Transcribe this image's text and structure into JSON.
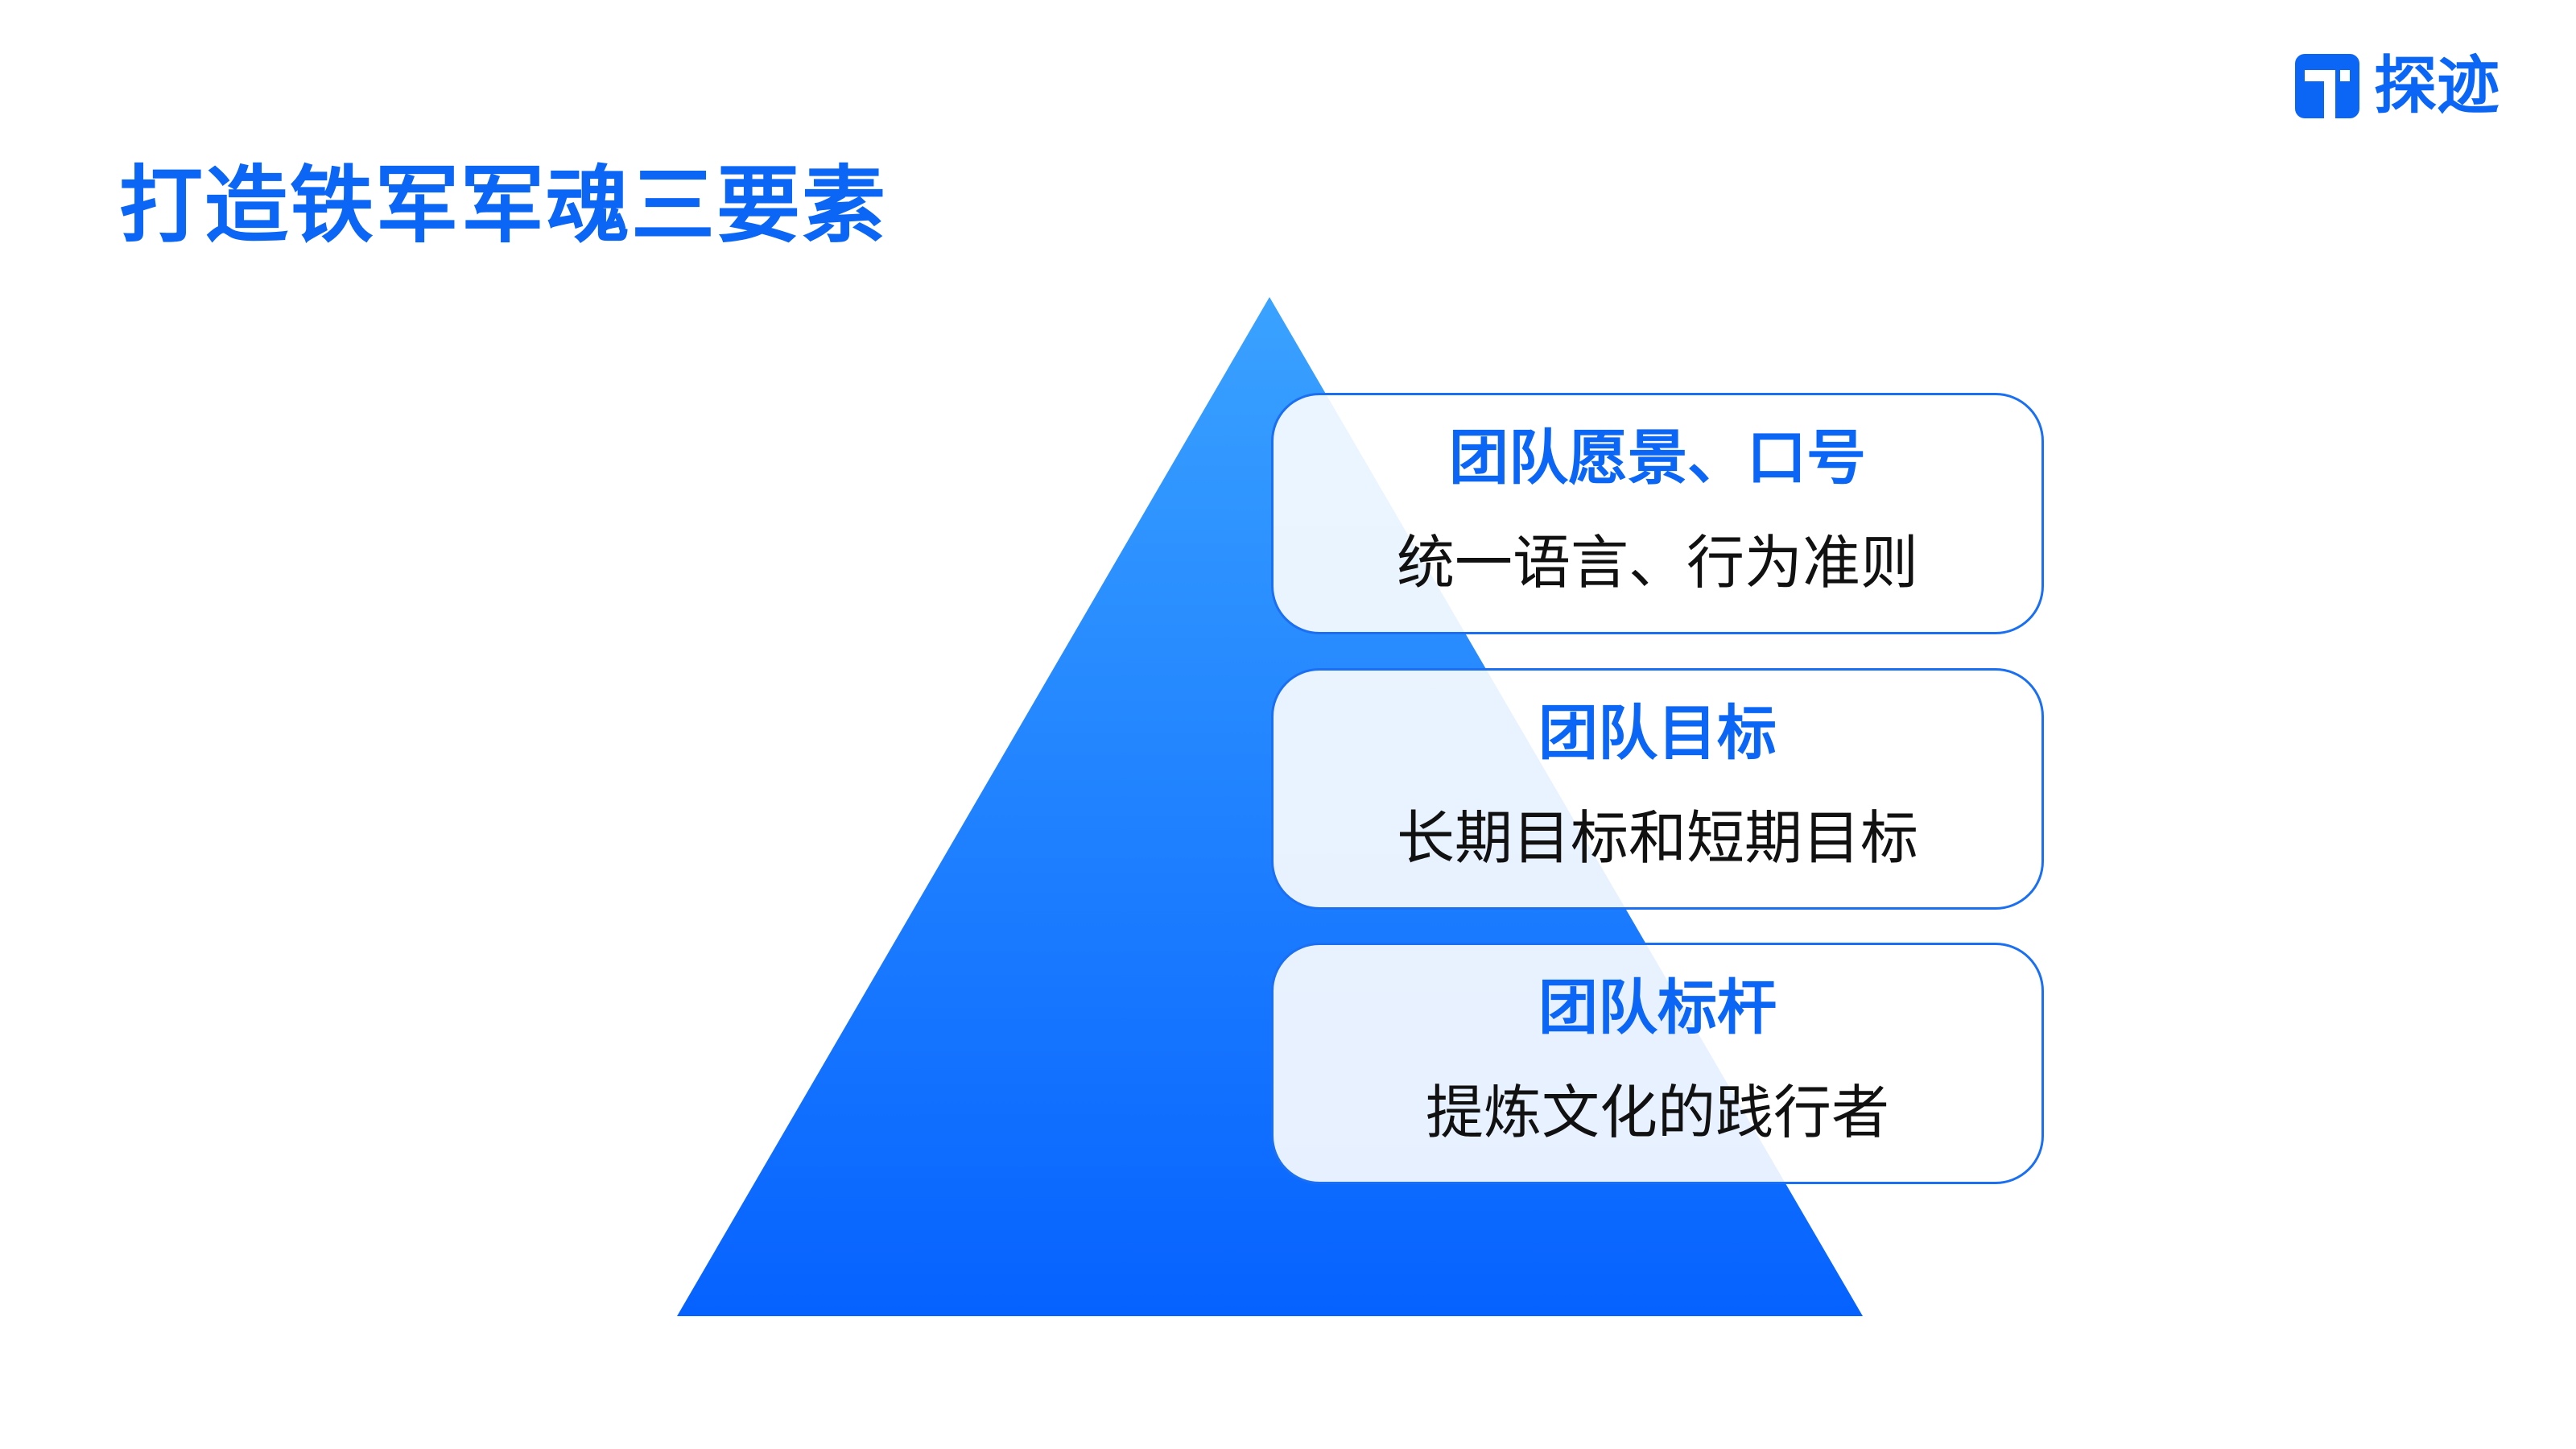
{
  "title": "打造铁军军魂三要素",
  "logo": {
    "text": "探迹",
    "icon": "tanji-t-logo-icon",
    "color": "#0b66f5"
  },
  "colors": {
    "accent": "#0b66f5",
    "triangle_top": "#3aa2ff",
    "triangle_bottom": "#0662ff",
    "card_border": "#1a6ff2"
  },
  "cards": [
    {
      "heading": "团队愿景、口号",
      "text": "统一语言、行为准则"
    },
    {
      "heading": "团队目标",
      "text": "长期目标和短期目标"
    },
    {
      "heading": "团队标杆",
      "text": "提炼文化的践行者"
    }
  ]
}
